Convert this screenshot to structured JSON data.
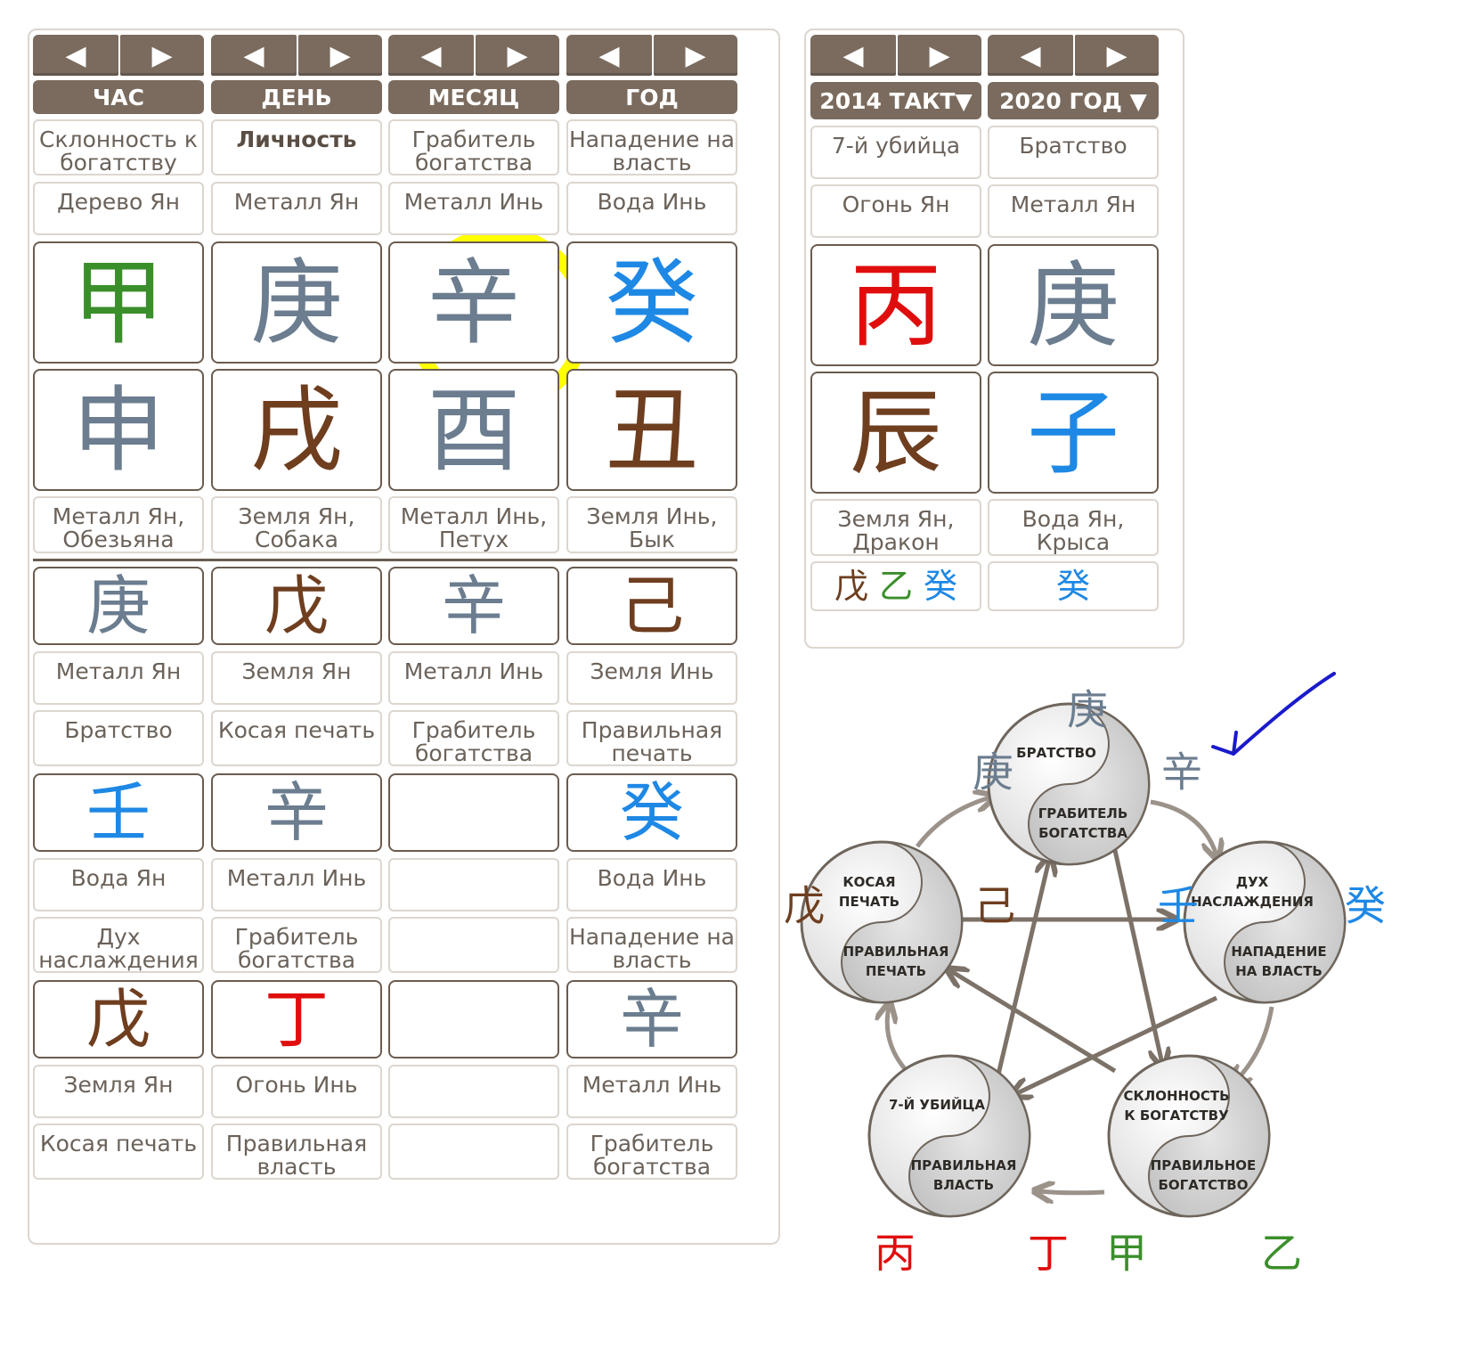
{
  "colors": {
    "header_brown": "#7a6b5e",
    "metal": "#6b7d8f",
    "earth": "#6e3e1f",
    "water": "#1e88e5",
    "fire": "#e00d0d",
    "wood": "#3a8f2a",
    "highlight": "#ffff00",
    "annotation_arrow": "#1a1acc"
  },
  "icons": {
    "prev": "◀",
    "next": "▶"
  },
  "left": {
    "headers": [
      "ЧАС",
      "ДЕНЬ",
      "МЕСЯЦ",
      "ГОД"
    ],
    "roles": [
      "Склонность к\nбогатству",
      "Личность",
      "Грабитель\nбогатства",
      "Нападение на\nвласть"
    ],
    "stem_elements": [
      "Дерево Ян",
      "Металл Ян",
      "Металл Инь",
      "Вода Инь"
    ],
    "stems": [
      "甲",
      "庚",
      "辛",
      "癸"
    ],
    "branches": [
      "申",
      "戌",
      "酉",
      "丑"
    ],
    "branch_desc": [
      "Металл Ян,\nОбезьяна",
      "Земля Ян,\nСобака",
      "Металл Инь,\nПетух",
      "Земля Инь,\nБык"
    ],
    "hidden": [
      {
        "chars": [
          "庚",
          "戊",
          "辛",
          "己"
        ],
        "elements": [
          "Металл Ян",
          "Земля Ян",
          "Металл Инь",
          "Земля Инь"
        ],
        "roles": [
          "Братство",
          "Косая печать",
          "Грабитель\nбогатства",
          "Правильная\nпечать"
        ]
      },
      {
        "chars": [
          "壬",
          "辛",
          "",
          "癸"
        ],
        "elements": [
          "Вода Ян",
          "Металл Инь",
          "",
          "Вода Инь"
        ],
        "roles": [
          "Дух\nнаслаждения",
          "Грабитель\nбогатства",
          "",
          "Нападение на\nвласть"
        ]
      },
      {
        "chars": [
          "戊",
          "丁",
          "",
          "辛"
        ],
        "elements": [
          "Земля Ян",
          "Огонь Инь",
          "",
          "Металл Инь"
        ],
        "roles": [
          "Косая печать",
          "Правильная\nвласть",
          "",
          "Грабитель\nбогатства"
        ]
      }
    ]
  },
  "right": {
    "selects": [
      "2014 ТАКТ▼",
      "2020 ГОД ▼"
    ],
    "roles": [
      "7-й убийца",
      "Братство"
    ],
    "stem_elements": [
      "Огонь Ян",
      "Металл Ян"
    ],
    "stems": [
      "丙",
      "庚"
    ],
    "branches": [
      "辰",
      "子"
    ],
    "branch_desc": [
      "Земля Ян,\nДракон",
      "Вода Ян,\nКрыса"
    ],
    "hidden_a": [
      "戊",
      "乙",
      "癸"
    ],
    "hidden_b": [
      "癸"
    ]
  },
  "diagram": {
    "circles": [
      {
        "top": "БРАТСТВО",
        "bottom": "ГРАБИТЕЛЬ\nБОГАТСТВА"
      },
      {
        "top": "ДУХ\nНАСЛАЖДЕНИЯ",
        "bottom": "НАПАДЕНИЕ\nНА ВЛАСТЬ"
      },
      {
        "top": "СКЛОННОСТЬ\nК БОГАТСТВУ",
        "bottom": "ПРАВИЛЬНОЕ\nБОГАТСТВО"
      },
      {
        "top": "7-Й УБИЙЦА",
        "bottom": "ПРАВИЛЬНАЯ\nВЛАСТЬ"
      },
      {
        "top": "КОСАЯ\nПЕЧАТЬ",
        "bottom": "ПРАВИЛЬНАЯ\nПЕЧАТЬ"
      }
    ],
    "chars": {
      "metal_top": "庚",
      "metal_left": "庚",
      "metal_right": "辛",
      "water_left": "壬",
      "water_right": "癸",
      "fire_left": "丙",
      "fire_right": "丁",
      "wood_left": "甲",
      "wood_right": "乙",
      "earth_left": "戊",
      "earth_right": "己"
    }
  }
}
